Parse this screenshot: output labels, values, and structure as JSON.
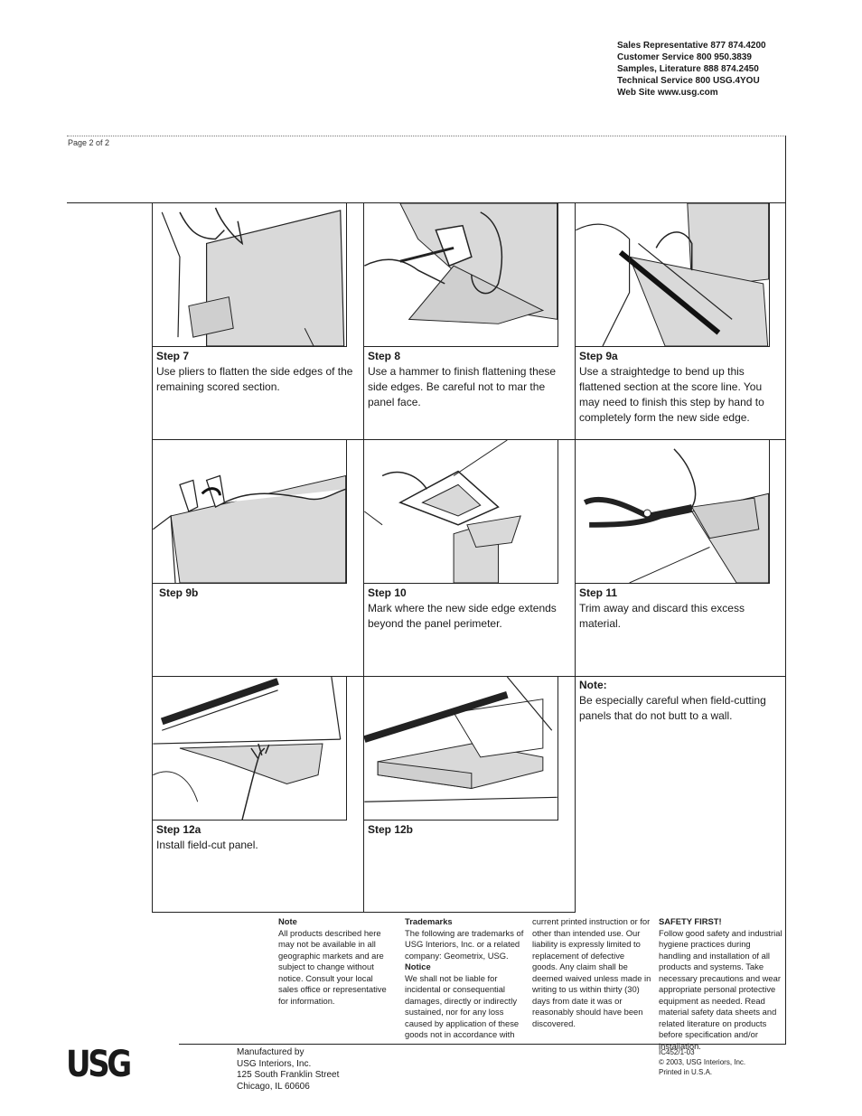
{
  "header": {
    "contacts": [
      "Sales Representative 877 874.4200",
      "Customer Service 800 950.3839",
      "Samples, Literature 888 874.2450",
      "Technical Service 800 USG.4YOU",
      "Web Site www.usg.com"
    ],
    "page_label": "Page 2 of 2"
  },
  "steps": [
    {
      "title": "Step 7",
      "text": "Use pliers to flatten the side edges of the remaining scored section.",
      "illustration": "pliers-flattening-edge"
    },
    {
      "title": "Step 8",
      "text": "Use a hammer to finish flattening these side edges. Be careful not to mar the panel face.",
      "illustration": "hammer-flattening-edge"
    },
    {
      "title": "Step 9a",
      "text": "Use a straightedge to bend up this flattened section at the score line. You may need to finish this step by hand to completely form the new side edge.",
      "illustration": "straightedge-bending"
    },
    {
      "title": "Step 9b",
      "text": "",
      "illustration": "hand-forming-edge"
    },
    {
      "title": "Step 10",
      "text": "Mark where the new side edge extends beyond the panel perimeter.",
      "illustration": "square-marking"
    },
    {
      "title": "Step 11",
      "text": "Trim away and discard this excess material.",
      "illustration": "snips-trimming"
    },
    {
      "title": "Step 12a",
      "text": "Install field-cut panel.",
      "illustration": "installing-panel"
    },
    {
      "title": "Step 12b",
      "text": "",
      "illustration": "installed-panel"
    },
    {
      "title": "Note:",
      "text": "Be especially careful when field-cutting panels that do not butt to a wall.",
      "illustration": ""
    }
  ],
  "footer": {
    "note_title": "Note",
    "note_text": "All products described here may not be available in all geographic markets and are subject to change without notice. Consult your local sales office or representative for information.",
    "trademarks_title": "Trademarks",
    "trademarks_text": "The following are trademarks of USG Interiors, Inc. or a related company: Geometrix, USG.",
    "notice_title": "Notice",
    "notice_text": "We shall not be liable for incidental or consequential damages, directly or indirectly sustained, nor for any loss caused by application of these goods not in accordance with",
    "notice_text_cont": "current printed instruction or for other than intended use. Our liability is expressly limited to replacement of defective goods. Any claim shall be deemed waived unless made in writing to us within thirty (30) days from date it was or reasonably should have been discovered.",
    "safety_title": "SAFETY FIRST!",
    "safety_text": "Follow good safety and industrial hygiene practices during handling and installation of all products and systems. Take necessary precautions and wear appropriate personal protective equipment as needed. Read material safety data sheets and related literature on products before specification and/or installation.",
    "logo": "USG",
    "manufacturer": [
      "Manufactured by",
      "USG Interiors, Inc.",
      "125 South Franklin Street",
      "Chicago, IL 60606"
    ],
    "doc_code": [
      "IC452/1-03",
      "© 2003, USG Interiors, Inc.",
      "Printed in U.S.A."
    ]
  }
}
